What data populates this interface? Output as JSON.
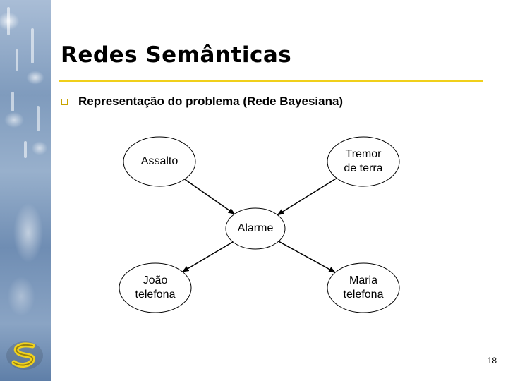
{
  "slide": {
    "title": "Redes Semânticas",
    "bullet": "Representação do problema (Rede Bayesiana)",
    "page_number": "18"
  },
  "diagram": {
    "nodes": [
      {
        "id": "assalto",
        "label": "Assalto"
      },
      {
        "id": "tremor",
        "label": "Tremor\nde terra"
      },
      {
        "id": "alarme",
        "label": "Alarme"
      },
      {
        "id": "joao",
        "label": "João\ntelefona"
      },
      {
        "id": "maria",
        "label": "Maria\ntelefona"
      }
    ],
    "edges": [
      {
        "from": "assalto",
        "to": "alarme"
      },
      {
        "from": "tremor",
        "to": "alarme"
      },
      {
        "from": "alarme",
        "to": "joao"
      },
      {
        "from": "alarme",
        "to": "maria"
      }
    ]
  },
  "colors": {
    "accent_rule": "#f0cf1a",
    "bullet_square": "#c8a400",
    "node_fill": "#ffffff",
    "node_stroke": "#000000"
  },
  "icons": {
    "logo": "institution-logo",
    "bullet": "square-bullet-icon"
  }
}
